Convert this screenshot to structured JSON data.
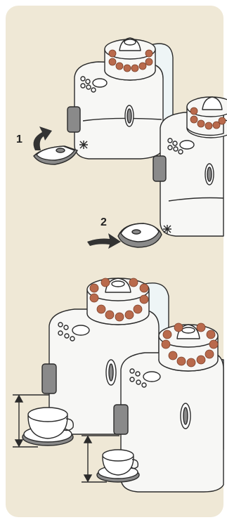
{
  "instructions": {
    "steps": [
      {
        "number": "1",
        "action": "remove-drip-tray"
      },
      {
        "number": "2",
        "action": "insert-drip-tray"
      }
    ]
  },
  "colors": {
    "panel": "#efe8d6",
    "machine_body": "#f7f7f5",
    "outline": "#2b2b2b",
    "button_grey": "#8a8a8a",
    "coffee_bean": "#b96a4c",
    "water": "#d7ecf5"
  },
  "icons": [
    "arrow-up-icon",
    "arrow-right-icon",
    "height-dimension-arrow-icon",
    "snowflake-symbol-icon"
  ]
}
